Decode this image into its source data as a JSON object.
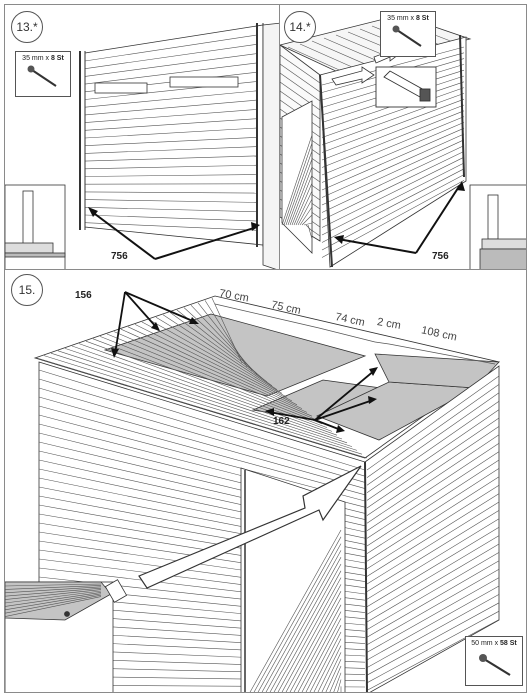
{
  "steps": {
    "s13": {
      "badge": "13.*",
      "screw": {
        "size": "35 mm x ",
        "count": "8 St"
      },
      "part": "756"
    },
    "s14": {
      "badge": "14.*",
      "screw": {
        "size": "35 mm x ",
        "count": "8 St"
      },
      "part": "756"
    },
    "s15": {
      "badge": "15.",
      "part_a": "156",
      "part_b": "162",
      "dims": [
        "70 cm",
        "75 cm",
        "74 cm",
        "2 cm",
        "108 cm"
      ],
      "screw": {
        "size": "50 mm x ",
        "count": "58 St"
      }
    }
  },
  "colors": {
    "line": "#333333",
    "panel_border": "#8a8a8a",
    "shade": "#bdbdbd"
  },
  "icons": [
    "screw-icon",
    "saw-icon",
    "arrow-icon"
  ]
}
